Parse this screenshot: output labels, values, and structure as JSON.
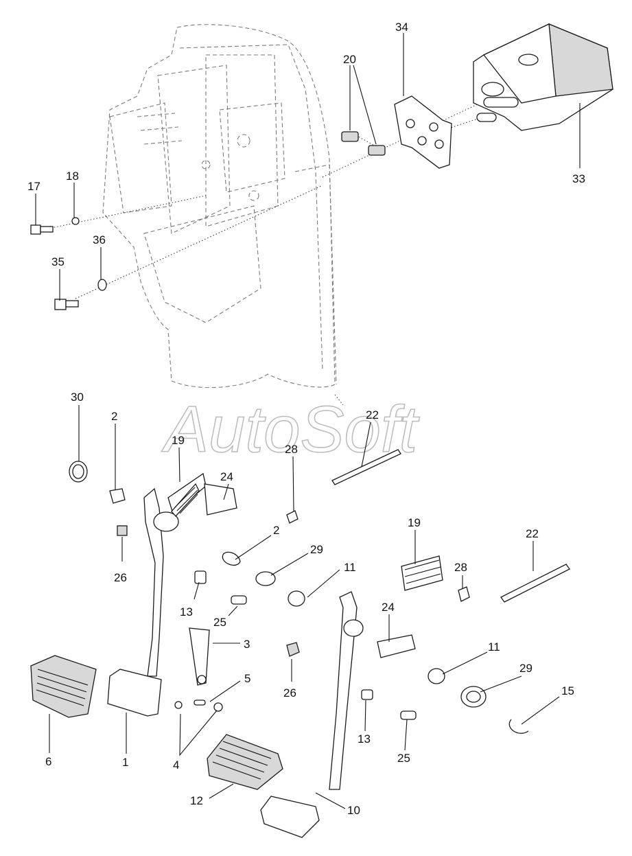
{
  "watermark": "AutoSoft",
  "callouts": [
    {
      "id": "c34",
      "text": "34"
    },
    {
      "id": "c20",
      "text": "20"
    },
    {
      "id": "c33",
      "text": "33"
    },
    {
      "id": "c17",
      "text": "17"
    },
    {
      "id": "c18",
      "text": "18"
    },
    {
      "id": "c35",
      "text": "35"
    },
    {
      "id": "c36",
      "text": "36"
    },
    {
      "id": "c30",
      "text": "30"
    },
    {
      "id": "c2a",
      "text": "2"
    },
    {
      "id": "c19a",
      "text": "19"
    },
    {
      "id": "c22a",
      "text": "22"
    },
    {
      "id": "c28a",
      "text": "28"
    },
    {
      "id": "c24a",
      "text": "24"
    },
    {
      "id": "c2b",
      "text": "2"
    },
    {
      "id": "c29a",
      "text": "29"
    },
    {
      "id": "c26a",
      "text": "26"
    },
    {
      "id": "c13a",
      "text": "13"
    },
    {
      "id": "c25a",
      "text": "25"
    },
    {
      "id": "c3",
      "text": "3"
    },
    {
      "id": "c5",
      "text": "5"
    },
    {
      "id": "c4",
      "text": "4"
    },
    {
      "id": "c6",
      "text": "6"
    },
    {
      "id": "c1",
      "text": "1"
    },
    {
      "id": "c11a",
      "text": "11"
    },
    {
      "id": "c19b",
      "text": "19"
    },
    {
      "id": "c28b",
      "text": "28"
    },
    {
      "id": "c22b",
      "text": "22"
    },
    {
      "id": "c24b",
      "text": "24"
    },
    {
      "id": "c26b",
      "text": "26"
    },
    {
      "id": "c11b",
      "text": "11"
    },
    {
      "id": "c29b",
      "text": "29"
    },
    {
      "id": "c15",
      "text": "15"
    },
    {
      "id": "c13b",
      "text": "13"
    },
    {
      "id": "c25b",
      "text": "25"
    },
    {
      "id": "c12",
      "text": "12"
    },
    {
      "id": "c10",
      "text": "10"
    }
  ]
}
